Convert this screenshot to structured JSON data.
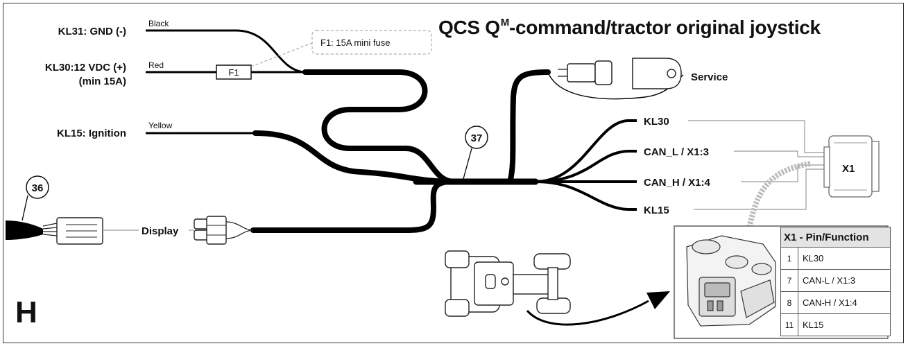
{
  "title": {
    "main": "QCS Q",
    "superscript": "M",
    "rest": "-command/tractor original joystick"
  },
  "panel_letter": "H",
  "callouts": {
    "c36": "36",
    "c37": "37"
  },
  "power": {
    "kl31_label": "KL31: GND (-)",
    "kl31_wire": "Black",
    "kl30_label_line1": "KL30:12 VDC (+)",
    "kl30_label_line2": "(min 15A)",
    "kl30_wire": "Red",
    "fuse_label": "F1",
    "fuse_note": "F1: 15A mini fuse",
    "kl15_label": "KL15: Ignition",
    "kl15_wire": "Yellow"
  },
  "display_label": "Display",
  "service_label": "Service",
  "branches": [
    "KL30",
    "CAN_L / X1:3",
    "CAN_H / X1:4",
    "KL15"
  ],
  "x1_label": "X1",
  "pin_table": {
    "header": "X1 - Pin/Function",
    "rows": [
      {
        "pin": "1",
        "function": "KL30"
      },
      {
        "pin": "7",
        "function": "CAN-L / X1:3"
      },
      {
        "pin": "8",
        "function": "CAN-H / X1:4"
      },
      {
        "pin": "11",
        "function": "KL15"
      }
    ]
  }
}
